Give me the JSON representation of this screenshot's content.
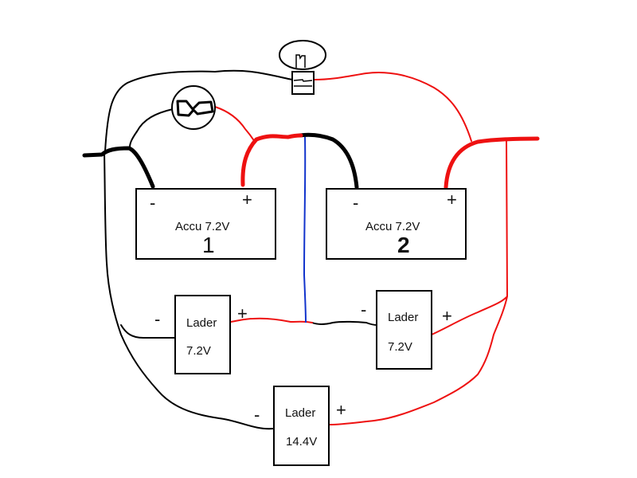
{
  "diagram": {
    "title": "",
    "colors": {
      "negative_wire": "#000000",
      "positive_wire": "#ee1111",
      "link_wire": "#1133cc"
    },
    "batteries": [
      {
        "id": "accu-1",
        "label": "Accu 7.2V",
        "number": "1",
        "minus": "-",
        "plus": "+"
      },
      {
        "id": "accu-2",
        "label": "Accu 7.2V",
        "number": "2",
        "minus": "-",
        "plus": "+"
      }
    ],
    "chargers": [
      {
        "id": "lader-1",
        "label": "Lader",
        "voltage": "7.2V",
        "minus": "-",
        "plus": "+"
      },
      {
        "id": "lader-2",
        "label": "Lader",
        "voltage": "7.2V",
        "minus": "-",
        "plus": "+"
      },
      {
        "id": "lader-3",
        "label": "Lader",
        "voltage": "14.4V",
        "minus": "-",
        "plus": "+"
      }
    ],
    "components": [
      {
        "id": "lamp",
        "icon": "lamp-icon"
      },
      {
        "id": "motor",
        "icon": "motor-icon"
      },
      {
        "id": "switch",
        "icon": "switch-icon"
      }
    ]
  }
}
